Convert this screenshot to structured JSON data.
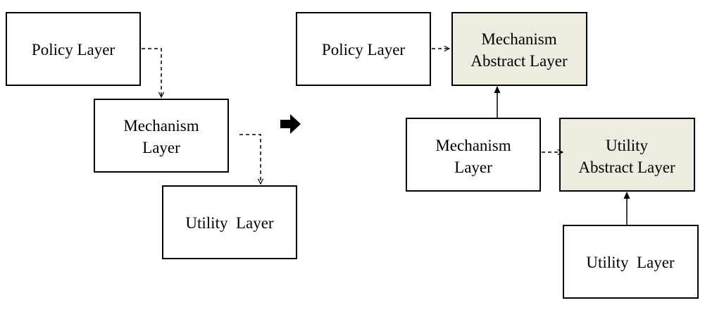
{
  "left_diagram": {
    "policy_layer": {
      "lines": [
        "Policy Layer"
      ]
    },
    "mechanism_layer": {
      "lines": [
        "Mechanism",
        "Layer"
      ]
    },
    "utility_layer": {
      "lines": [
        "Utility  Layer"
      ]
    }
  },
  "transition_arrow": {
    "icon": "right-arrow-icon"
  },
  "right_diagram": {
    "policy_layer": {
      "lines": [
        "Policy Layer"
      ]
    },
    "mechanism_abstract_layer": {
      "lines": [
        "Mechanism",
        "Abstract Layer"
      ]
    },
    "mechanism_layer": {
      "lines": [
        "Mechanism",
        "Layer"
      ]
    },
    "utility_abstract_layer": {
      "lines": [
        "Utility",
        "Abstract Layer"
      ]
    },
    "utility_layer": {
      "lines": [
        "Utility  Layer"
      ]
    }
  },
  "colors": {
    "plain_box_fill": "#ffffff",
    "abstract_box_fill": "#eeece1",
    "stroke": "#000000"
  }
}
